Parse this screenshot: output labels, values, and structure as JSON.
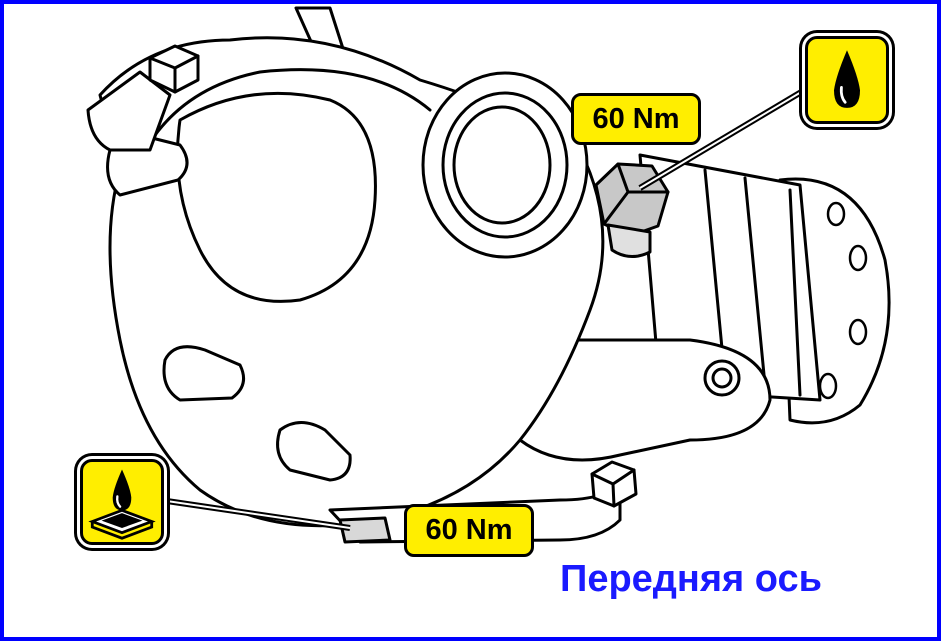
{
  "diagram": {
    "torque_top": "60 Nm",
    "torque_bottom": "60 Nm",
    "caption": "Передняя ось",
    "icons": {
      "fill_plug": "oil-drop-icon",
      "drain_plug": "oil-drop-sealant-icon"
    },
    "colors": {
      "border": "#0000ff",
      "label_fill": "#ffee00",
      "caption_text": "#1a1aff",
      "outline": "#000000"
    }
  }
}
